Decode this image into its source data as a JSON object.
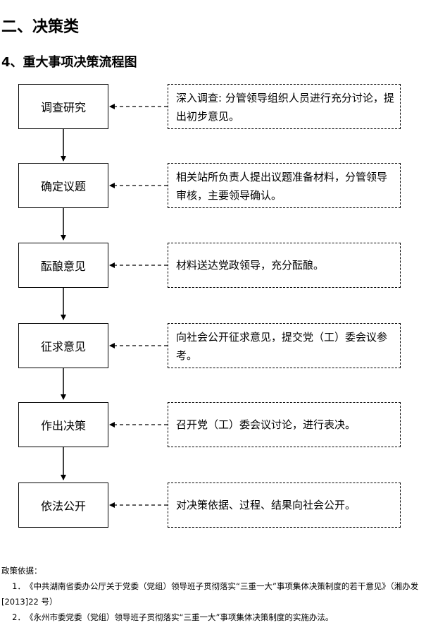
{
  "section_title": "二、决策类",
  "sub_title": "4、重大事项决策流程图",
  "steps": [
    {
      "label": "调查研究",
      "note": "深入调查: 分管领导组织人员进行充分讨论，提出初步意见。"
    },
    {
      "label": "确定议题",
      "note": "相关站所负责人提出议题准备材料，分管领导审核，主要领导确认。"
    },
    {
      "label": "酝酿意见",
      "note": "材料送达党政领导，充分酝酿。"
    },
    {
      "label": "征求意见",
      "note": "向社会公开征求意见，提交党（工）委会议参考。"
    },
    {
      "label": "作出决策",
      "note": "召开党（工）委会议讨论，进行表决。"
    },
    {
      "label": "依法公开",
      "note": "对决策依据、过程、结果向社会公开。"
    }
  ],
  "basis": {
    "heading": "政策依据：",
    "refs": [
      {
        "num": "1．",
        "text": "《中共湖南省委办公厅关于党委（党组）领导班子贯彻落实“三重一大”事项集体决策制度的若干意见》（湘办发[2013]22 号）"
      },
      {
        "num": "2．",
        "text": "《永州市委党委（党组）领导班子贯彻落实“三重一大”事项集体决策制度的实施办法。"
      }
    ]
  }
}
